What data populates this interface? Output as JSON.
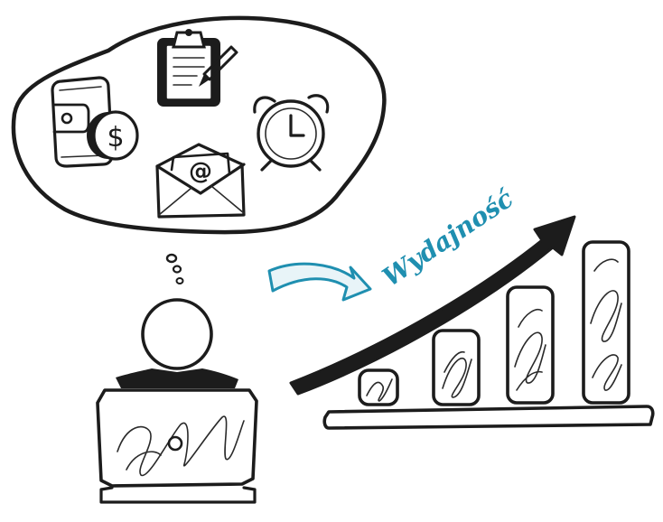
{
  "label": {
    "text": "Wydajność"
  },
  "colors": {
    "ink": "#1c1c1c",
    "accent": "#1f8fb0",
    "background": "#ffffff"
  },
  "thought_bubble": {
    "icons": [
      "wallet-icon",
      "coin-dollar-icon",
      "clipboard-icon",
      "pencil-icon",
      "envelope-at-icon",
      "alarm-clock-icon"
    ]
  },
  "person": {
    "icons": [
      "head-icon",
      "laptop-icon"
    ]
  },
  "arrows": [
    "curved-blue-arrow-icon",
    "trend-arrow-icon"
  ],
  "chart": {
    "bars": 4,
    "trend": "rising"
  }
}
